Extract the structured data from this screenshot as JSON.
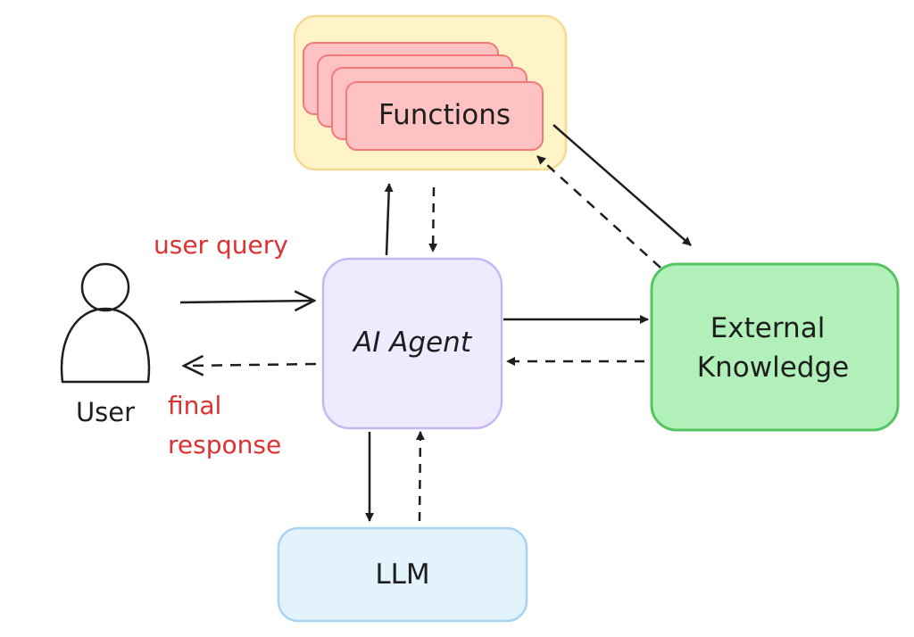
{
  "nodes": {
    "functions": {
      "label": "Functions"
    },
    "agent": {
      "label": "AI Agent"
    },
    "knowledge": {
      "label_line1": "External",
      "label_line2": "Knowledge"
    },
    "llm": {
      "label": "LLM"
    },
    "user": {
      "label": "User"
    }
  },
  "edges": {
    "user_query": {
      "label": "user query"
    },
    "final_response": {
      "label_line1": "final",
      "label_line2": "response"
    }
  },
  "colors": {
    "functions_bg": "#fff4c7",
    "functions_border": "#f3dc8f",
    "function_card_bg": "#ffc2c2",
    "function_card_border": "#f37a7a",
    "agent_bg": "#efeafe",
    "agent_border": "#c7b8f2",
    "knowledge_bg": "#b2f0b9",
    "knowledge_border": "#55c563",
    "llm_bg": "#e3f3fc",
    "llm_border": "#a9d3ef",
    "annotation": "#e03131",
    "stroke": "#1e1e1e"
  }
}
